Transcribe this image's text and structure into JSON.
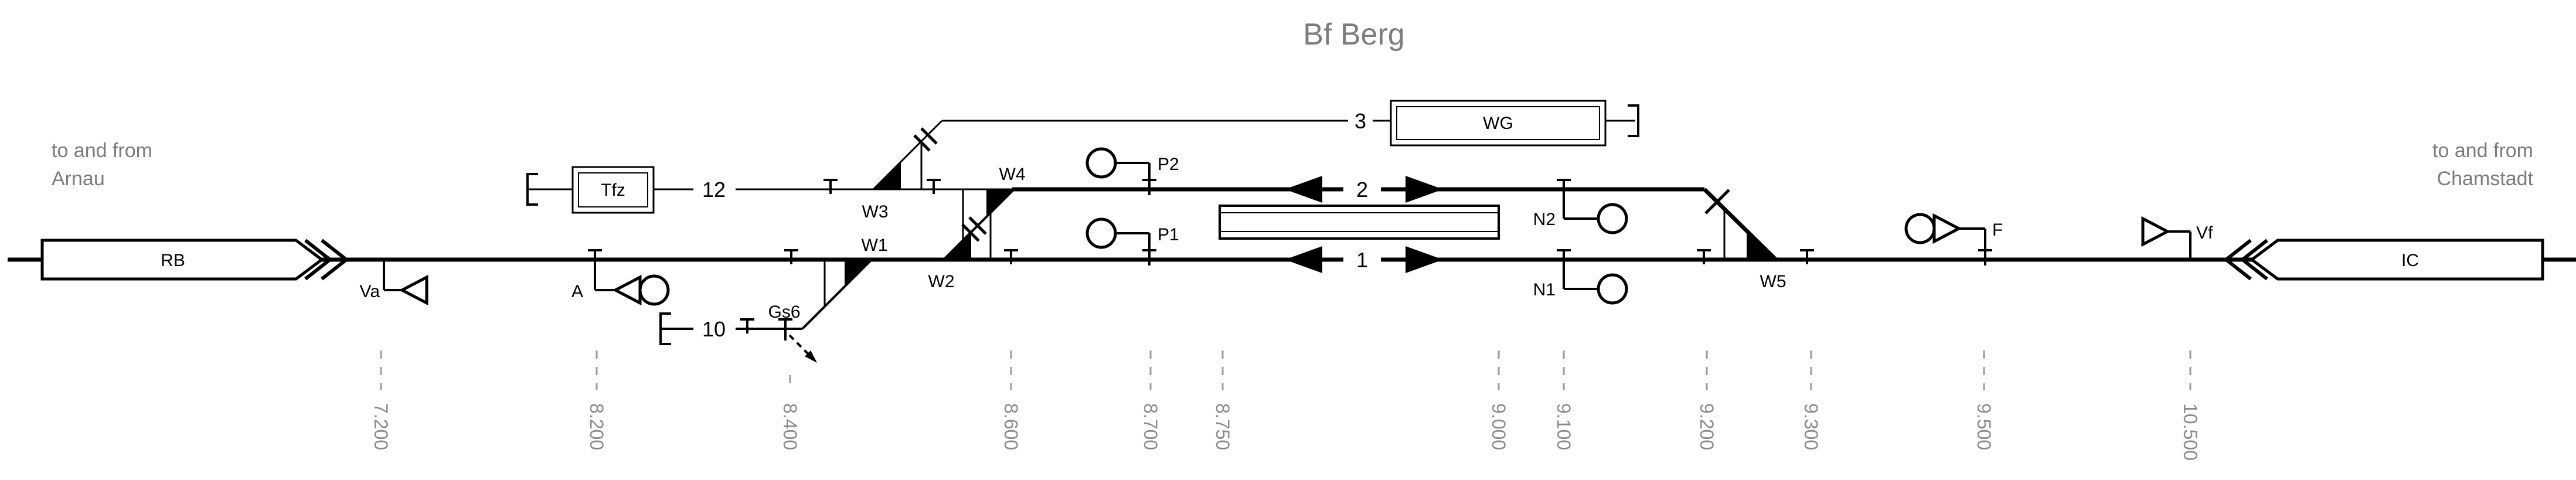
{
  "title": "Bf Berg",
  "regions": {
    "left": {
      "line1": "to and from",
      "line2": "Arnau"
    },
    "right": {
      "line1": "to and from",
      "line2": "Chamstadt"
    }
  },
  "trains": {
    "rb": "RB",
    "ic": "IC"
  },
  "equipment": {
    "tfz": "Tfz",
    "wg": "WG"
  },
  "track_numbers": {
    "t1": "1",
    "t2": "2",
    "t3": "3",
    "t10": "10",
    "t12": "12"
  },
  "turnouts": {
    "w1": "W1",
    "w2": "W2",
    "w3": "W3",
    "w4": "W4",
    "w5": "W5"
  },
  "signals": {
    "va": "Va",
    "a": "A",
    "gs6": "Gs6",
    "p1": "P1",
    "p2": "P2",
    "n1": "N1",
    "n2": "N2",
    "f": "F",
    "vf": "Vf"
  },
  "platform_tracks": [
    {
      "number": "1",
      "arrows": [
        "left",
        "right"
      ]
    },
    {
      "number": "2",
      "arrows": [
        "left",
        "right"
      ]
    }
  ],
  "km_markers": [
    "7.200",
    "8.200",
    "8.400",
    "8.600",
    "8.700",
    "8.750",
    "9.000",
    "9.100",
    "9.200",
    "9.300",
    "9.500",
    "10.500"
  ],
  "colors": {
    "ink": "#000000",
    "muted_text": "#7c7c7c",
    "km_text": "#8a8a8a",
    "background": "#ffffff"
  }
}
